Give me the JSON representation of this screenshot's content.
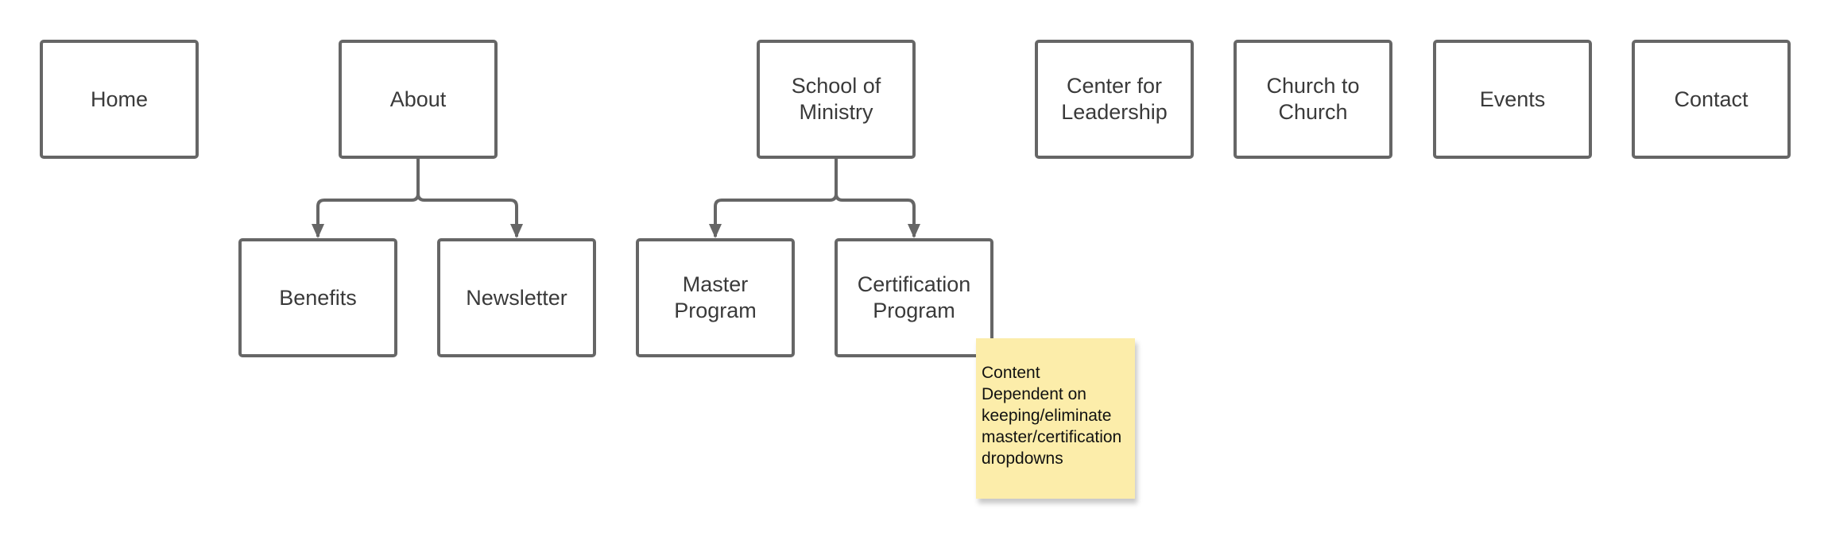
{
  "nodes": {
    "home": "Home",
    "about": "About",
    "school_of_ministry": "School of\nMinistry",
    "center_for_leadership": "Center for\nLeadership",
    "church_to_church": "Church to\nChurch",
    "events": "Events",
    "contact": "Contact",
    "benefits": "Benefits",
    "newsletter": "Newsletter",
    "master_program": "Master\nProgram",
    "certification_program": "Certification\nProgram"
  },
  "sticky_note": {
    "text": "Content\nDependent on\nkeeping/eliminate\nmaster/certification\ndropdowns"
  },
  "colors": {
    "node_border": "#666666",
    "connector": "#666666",
    "sticky_fill": "#fcedaa"
  }
}
